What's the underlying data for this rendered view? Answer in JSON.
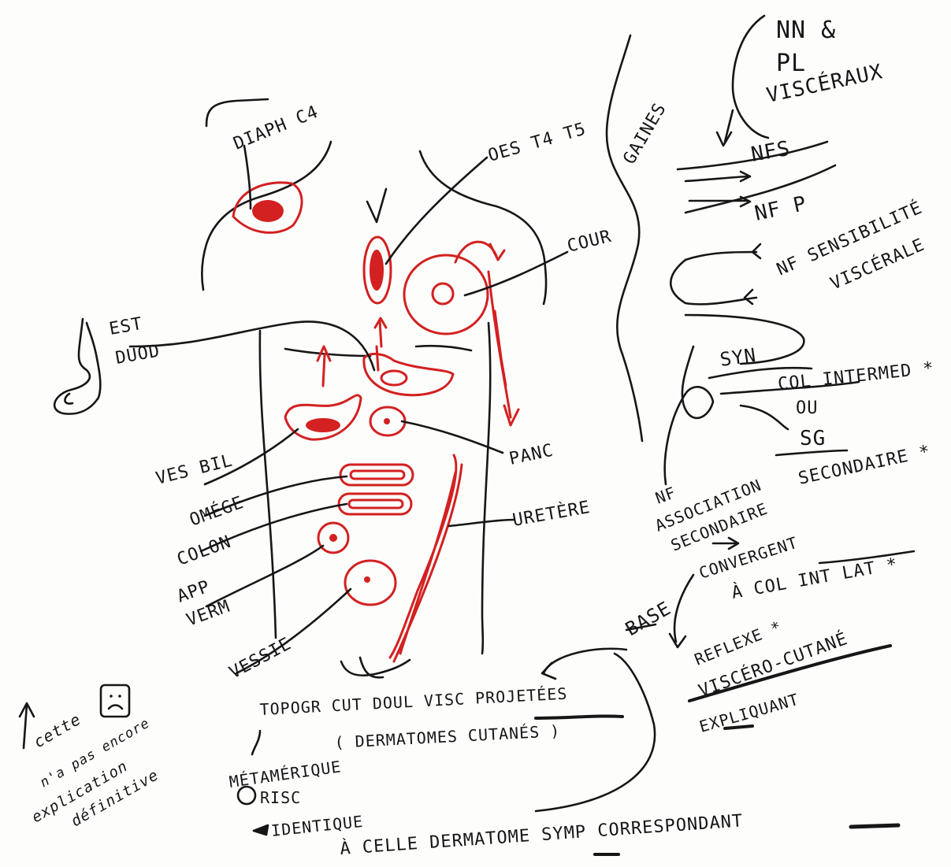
{
  "labels": {
    "diaph": "DIAPH C4",
    "oes": "OES T4 T5",
    "estom": "EST",
    "duod": "DUOD",
    "cour": "COUR",
    "ves_bil": "VES BIL",
    "panc": "PANC",
    "omega": "OMÉGE",
    "colon": "COLON",
    "uretere": "URETÈRE",
    "app_vern": "APP",
    "app_vern2": "VERM",
    "vessie": "VESSIE",
    "nn": "NN &",
    "pl": "PL",
    "visceraux": "VISCÉRAUX",
    "gaines": "GAINES",
    "nfs": "NFS",
    "nfp": "NF P",
    "nf_sens": "NF SENSIBILITÉ",
    "viscerale": "VISCÉRALE",
    "syn": "SYN",
    "col_int": "COL INTERMED *",
    "ou": "OU",
    "sg": "SG",
    "seconde": "SECONDAIRE *",
    "nf_assoc": "NF",
    "assoc2": "ASSOCIATION",
    "assoc3": "SECONDAIRE",
    "convergent": "CONVERGENT",
    "col_int_lat": "À COL INT LAT *",
    "base": "BASE",
    "reflexe": "REFLEXE *",
    "visc_cut": "VISCÉRO-CUTANÉ",
    "expliquant": "EXPLIQUANT",
    "topog": "TOPOGR CUT DOUL VISC PROJETÉES",
    "dermatomes": "( DERMATOMES CUTANÉS )",
    "metamerique": "MÉTAMÉRIQUE",
    "risc": "RISC",
    "identique": "IDENTIQUE",
    "celle": "À CELLE DERMATOME SYMP CORRESPONDANT",
    "cette": "cette",
    "nest": "n'a pas encore",
    "explic": "explication",
    "definitive": "définitive"
  },
  "colors": {
    "ink": "#161616",
    "red": "#d32020"
  }
}
